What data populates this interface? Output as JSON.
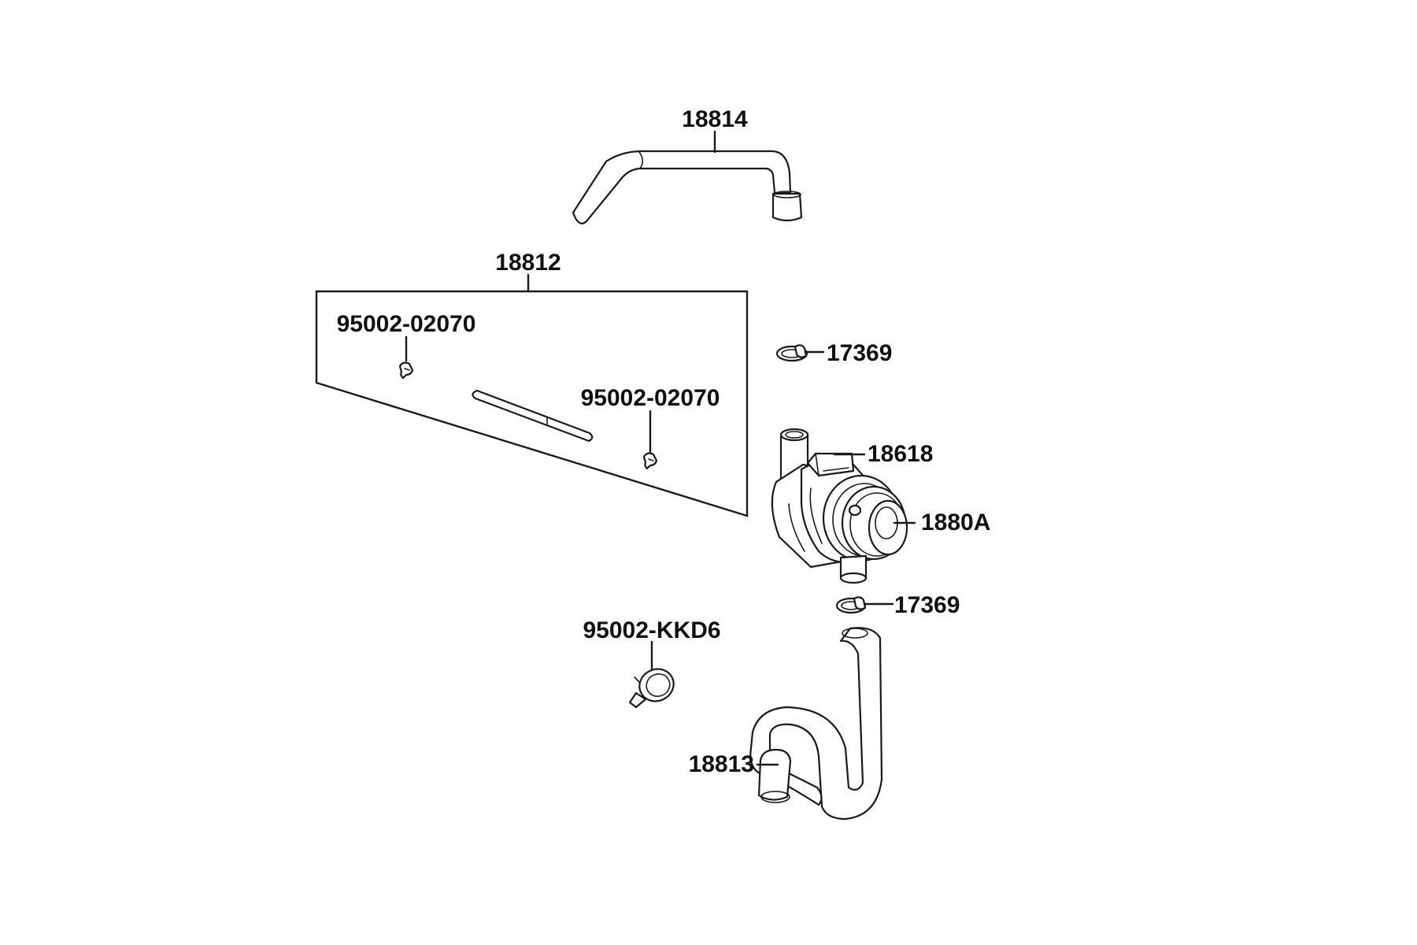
{
  "diagram": {
    "labels": {
      "hose_upper": "18814",
      "kit": "18812",
      "clip_left": "95002-02070",
      "clip_right": "95002-02070",
      "clamp_upper": "17369",
      "bracket": "18618",
      "valve": "1880A",
      "clamp_lower": "17369",
      "hose_clamp": "95002-KKD6",
      "hose_lower": "18813"
    },
    "colors": {
      "ink": "#1a1a1a",
      "background": "#ffffff"
    }
  }
}
